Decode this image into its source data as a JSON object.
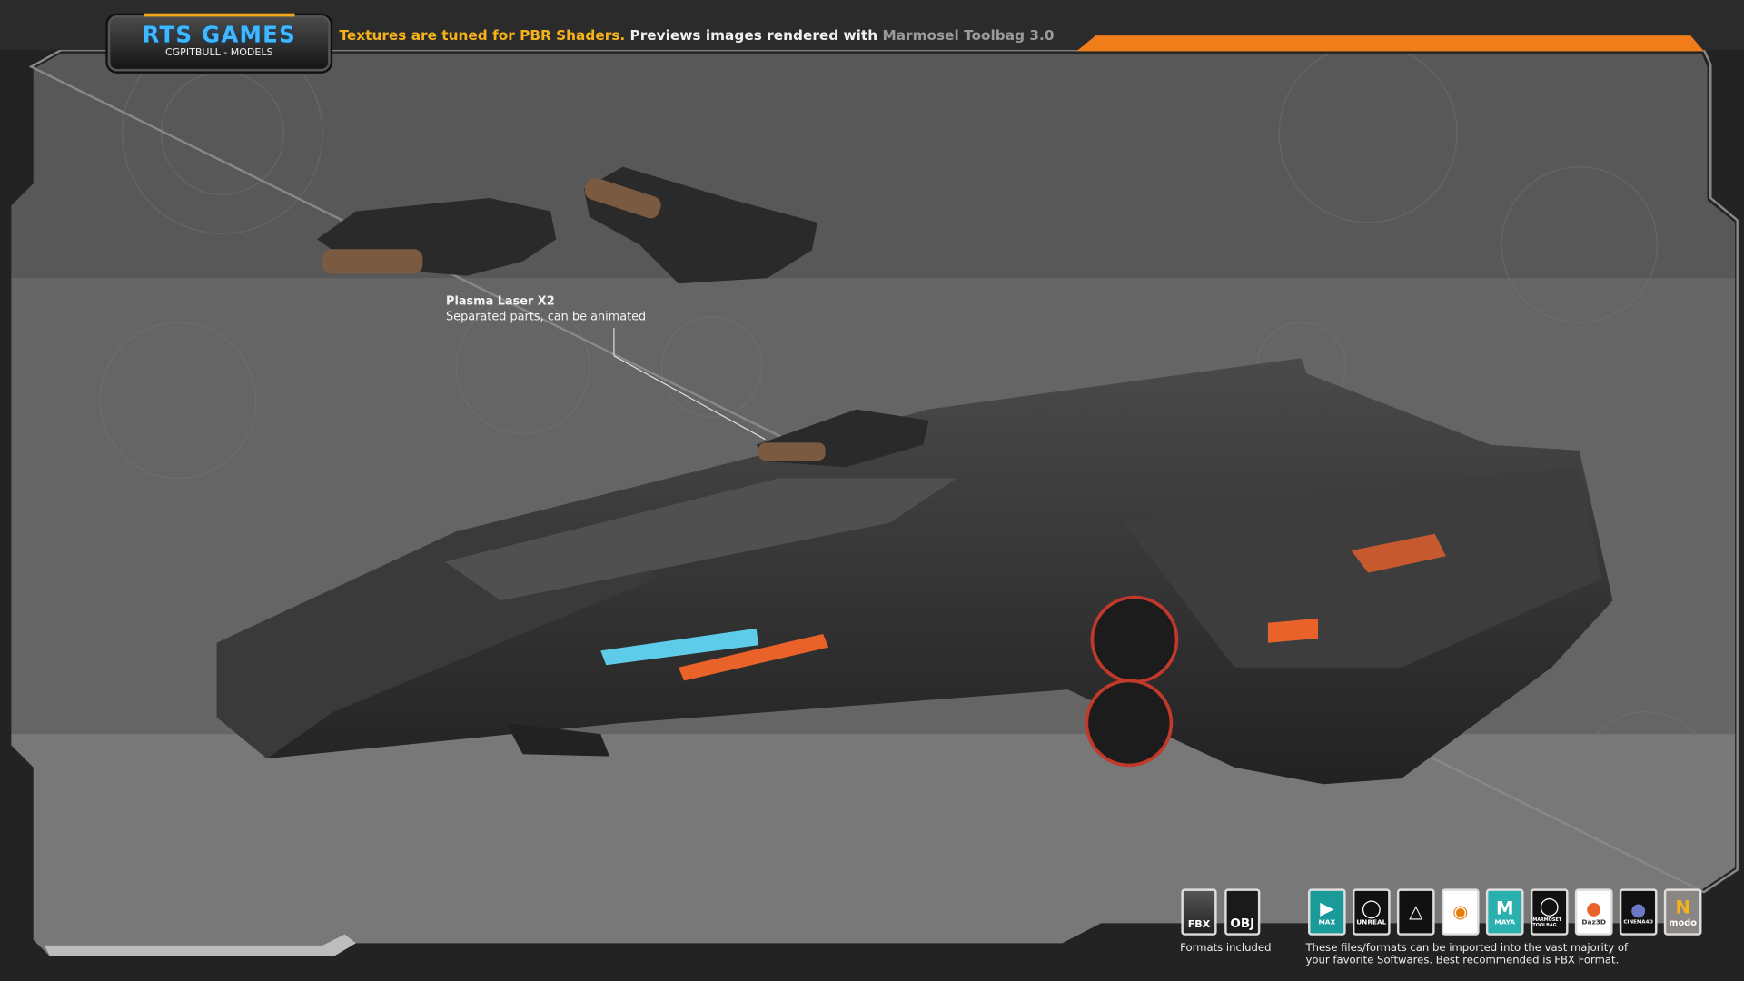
{
  "logo": {
    "title": "RTS GAMES",
    "subtitle": "CGPITBULL - MODELS"
  },
  "header": {
    "part1": "Textures are tuned for PBR Shaders.",
    "part2": " Previews images rendered with ",
    "part3": "Marmosel Toolbag 3.0"
  },
  "colors": {
    "accent_orange": "#f07c1a",
    "header_yellow": "#f5b21a",
    "logo_blue": "#3fb8ff"
  },
  "callout": {
    "title": "Plasma Laser X2",
    "text": "Separated parts, can be animated"
  },
  "formats": {
    "items": [
      {
        "label": "FBX",
        "icon": "fbx-file-icon"
      },
      {
        "label": "OBJ",
        "icon": "obj-file-icon"
      }
    ],
    "caption": "Formats included"
  },
  "software": {
    "items": [
      {
        "label": "MAX",
        "icon": "3ds-max-icon",
        "bg": "#1b9a9a"
      },
      {
        "label": "UNREAL",
        "icon": "unreal-engine-icon",
        "bg": "#111111"
      },
      {
        "label": "",
        "icon": "unity-icon",
        "bg": "#111111"
      },
      {
        "label": "",
        "icon": "blender-icon",
        "bg": "#ffffff"
      },
      {
        "label": "MAYA",
        "icon": "maya-icon",
        "bg": "#2bb0b0"
      },
      {
        "label": "MARMOSET TOOLBAG",
        "icon": "marmoset-toolbag-icon",
        "bg": "#111111"
      },
      {
        "label": "Daz3D",
        "icon": "daz3d-icon",
        "bg": "#ffffff"
      },
      {
        "label": "CINEMA4D",
        "icon": "cinema4d-icon",
        "bg": "#111111"
      },
      {
        "label": "modo",
        "icon": "modo-icon",
        "bg": "#8a8683"
      }
    ],
    "caption_line1": "These files/formats can be imported into the vast majority of",
    "caption_line2": "your favorite Softwares. Best recommended is FBX Format."
  }
}
